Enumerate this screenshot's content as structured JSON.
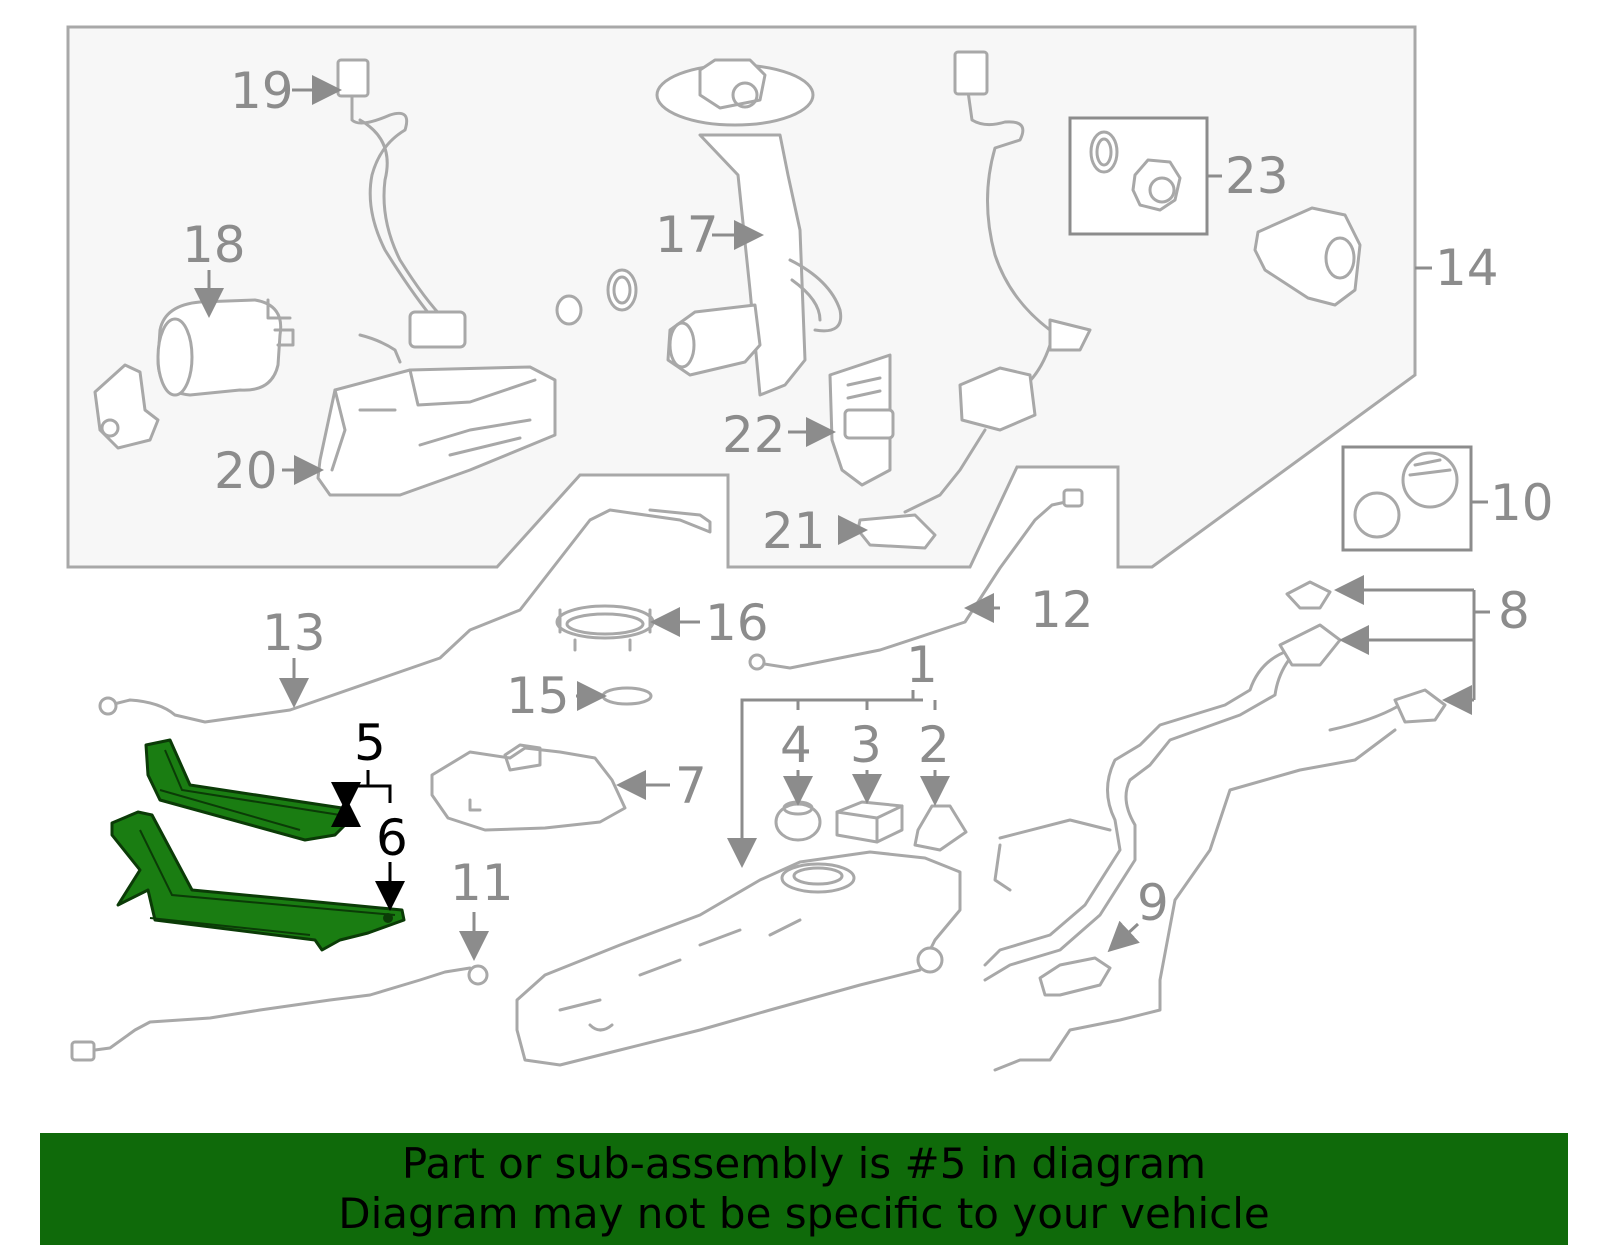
{
  "callouts": {
    "c1": "1",
    "c2": "2",
    "c3": "3",
    "c4": "4",
    "c5": "5",
    "c6": "6",
    "c7": "7",
    "c8": "8",
    "c9": "9",
    "c10": "10",
    "c11": "11",
    "c12": "12",
    "c13": "13",
    "c14": "14",
    "c15": "15",
    "c16": "16",
    "c17": "17",
    "c18": "18",
    "c19": "19",
    "c20": "20",
    "c21": "21",
    "c22": "22",
    "c23": "23"
  },
  "highlight": {
    "part_number": "5",
    "color": "#1a7d12"
  },
  "banner": {
    "line1": "Part or sub-assembly is #5 in diagram",
    "line2": "Diagram may not be specific to your vehicle",
    "background": "#0f6a0a"
  }
}
